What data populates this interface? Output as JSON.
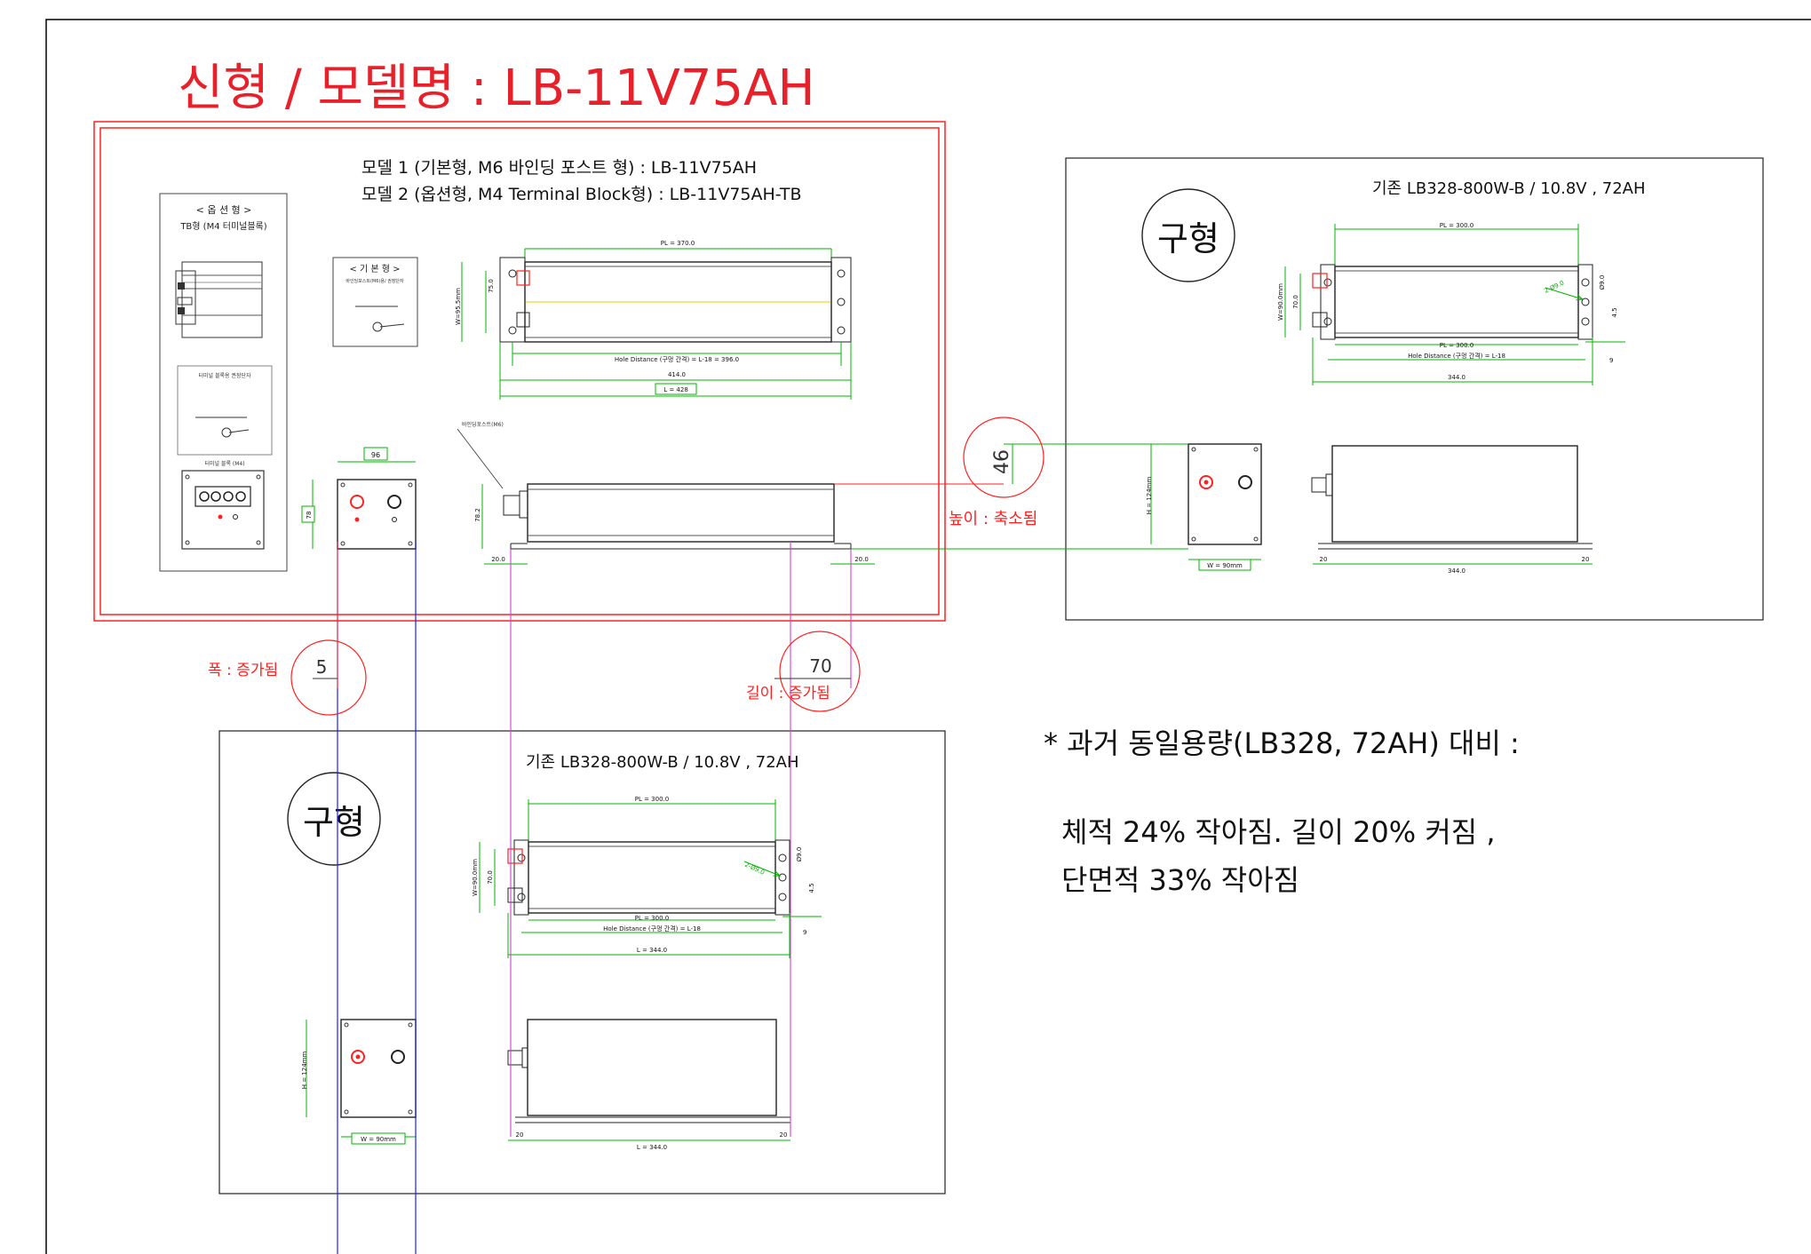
{
  "title": "신형 / 모델명 : LB-11V75AH",
  "new_model": {
    "model_line_1": "모델 1 (기본형, M6 바인딩 포스트 형)  :  LB-11V75AH",
    "model_line_2": "모델 2 (옵션형, M4 Terminal Block형) :  LB-11V75AH-TB",
    "option_panel_title": "< 옵 션 형 >",
    "option_panel_subtitle": "TB형 (M4 터미널블록)",
    "basic_panel_title": "< 기 본 형 >",
    "basic_panel_text": "바인딩포스트(M6)용/ 권장단자",
    "option_block_text": "터미널 블록용 권장단자",
    "terminal_block_label": "터미널 블록 (M4)",
    "binding_post_label": "바인딩포스트(M6)",
    "dim_pl": "PL = 370.0",
    "dim_w": "W=95.5mm",
    "dim_75": "75.0",
    "dim_hole": "Hole Distance (구멍 간격) = L-18 = 396.0",
    "dim_414": "414.0",
    "dim_L": "L = 428",
    "dim_96": "96",
    "dim_78": "78",
    "dim_height": "78.2",
    "dim_20_left": "20.0",
    "dim_20_right": "20.0"
  },
  "old_right": {
    "badge": "구형",
    "spec": "기존 LB328-800W-B  /  10.8V , 72AH",
    "dim_pl_top": "PL = 300.0",
    "dim_pl_bottom": "PL = 300.0",
    "dim_hole": "Hole Distance (구멍 간격) = L-18",
    "dim_344": "344.0",
    "dim_w": "W=90.0mm",
    "dim_70": "70.0",
    "dim_2phi": "2-Ø9.0",
    "dim_phi": "Ø9.0",
    "dim_45": "4.5",
    "dim_9": "9",
    "dim_H": "H = 124mm",
    "dim_Wbox": "W = 90mm",
    "dim_20a": "20",
    "dim_20b": "20",
    "dim_344b": "344.0"
  },
  "old_bottom": {
    "badge": "구형",
    "spec": "기존 LB328-800W-B  /  10.8V , 72AH",
    "dim_pl_top": "PL = 300.0",
    "dim_pl_bottom": "PL = 300.0",
    "dim_hole": "Hole Distance (구멍 간격) = L-18",
    "dim_L": "L = 344.0",
    "dim_w": "W=90.0mm",
    "dim_70": "70.0",
    "dim_2phi": "2-Ø9.0",
    "dim_phi": "Ø9.0",
    "dim_45": "4.5",
    "dim_9": "9",
    "dim_H": "H = 124mm",
    "dim_Wbox": "W = 90mm",
    "dim_20a": "20",
    "dim_20b": "20",
    "dim_Lb": "L = 344.0"
  },
  "annotations": {
    "height_value": "46",
    "height_label": "높이 : 축소됨",
    "width_value": "5",
    "width_label": "폭 : 증가됨",
    "length_value": "70",
    "length_label": "길이 : 증가됨"
  },
  "comparison": {
    "heading": "* 과거 동일용량(LB328, 72AH) 대비 :",
    "line1": "체적 24% 작아짐. 길이 20% 커짐 ,",
    "line2": "단면적 33% 작아짐"
  },
  "colors": {
    "title_red": "#e8202a",
    "dim_green": "#00b400",
    "line_blue": "#1a1aff",
    "line_magenta": "#d040d0",
    "line_red": "#ff2020",
    "frame": "#000000"
  }
}
